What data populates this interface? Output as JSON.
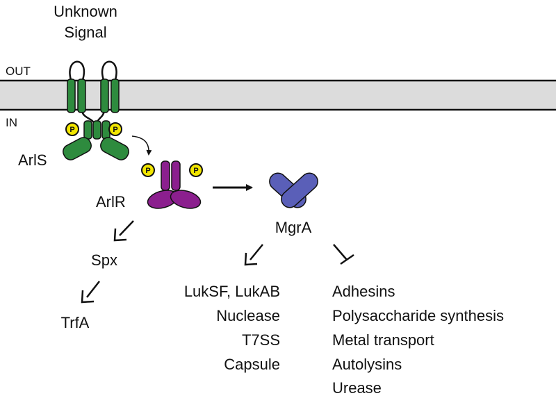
{
  "signal": {
    "line1": "Unknown",
    "line2": "Signal"
  },
  "membrane": {
    "out_label": "OUT",
    "in_label": "IN"
  },
  "phospho_label": "P",
  "proteins": {
    "arls": "ArlS",
    "arlr": "ArlR",
    "mgra": "MgrA",
    "spx": "Spx",
    "trfa": "TrfA"
  },
  "activated_targets": [
    "LukSF, LukAB",
    "Nuclease",
    "T7SS",
    "Capsule"
  ],
  "repressed_targets": [
    "Adhesins",
    "Polysaccharide synthesis",
    "Metal transport",
    "Autolysins",
    "Urease"
  ],
  "colors": {
    "arls": "#2e8b3e",
    "arlr": "#8b1f8e",
    "mgra": "#5a5fb8",
    "phospho": "#f2e600",
    "membrane": "#dcdcdc"
  }
}
